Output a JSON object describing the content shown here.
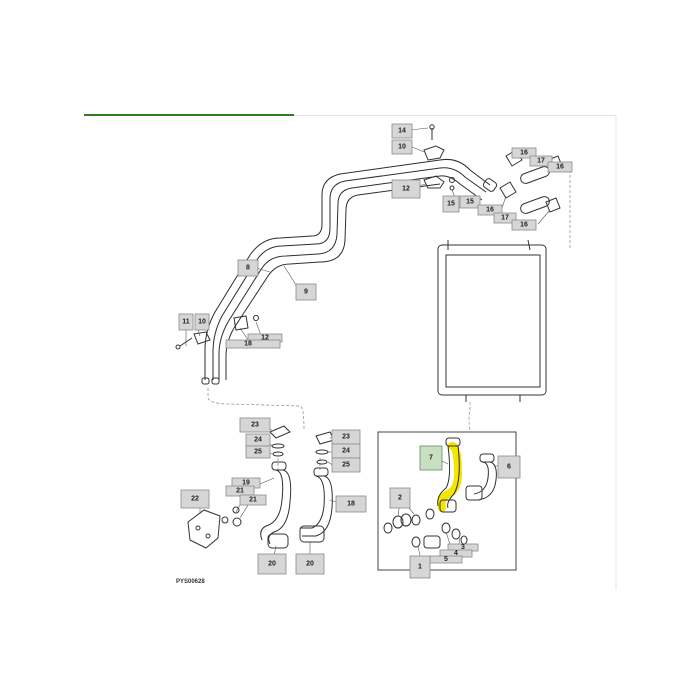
{
  "figure_code": "PYS00628",
  "callouts": [
    {
      "id": "c14",
      "label": "14"
    },
    {
      "id": "c10",
      "label": "10"
    },
    {
      "id": "c12a",
      "label": "12"
    },
    {
      "id": "c15a",
      "label": "15"
    },
    {
      "id": "c15b",
      "label": "15"
    },
    {
      "id": "c16a",
      "label": "16"
    },
    {
      "id": "c17a",
      "label": "17"
    },
    {
      "id": "c16b",
      "label": "16"
    },
    {
      "id": "c16c",
      "label": "16"
    },
    {
      "id": "c17b",
      "label": "17"
    },
    {
      "id": "c16d",
      "label": "16"
    },
    {
      "id": "c8",
      "label": "8"
    },
    {
      "id": "c9",
      "label": "9"
    },
    {
      "id": "c11",
      "label": "11"
    },
    {
      "id": "c10b",
      "label": "10"
    },
    {
      "id": "c12b",
      "label": "12"
    },
    {
      "id": "c18a",
      "label": "18"
    },
    {
      "id": "c23a",
      "label": "23"
    },
    {
      "id": "c24a",
      "label": "24"
    },
    {
      "id": "c25a",
      "label": "25"
    },
    {
      "id": "c23b",
      "label": "23"
    },
    {
      "id": "c24b",
      "label": "24"
    },
    {
      "id": "c25b",
      "label": "25"
    },
    {
      "id": "c19",
      "label": "19"
    },
    {
      "id": "c21a",
      "label": "21"
    },
    {
      "id": "c21b",
      "label": "21"
    },
    {
      "id": "c22",
      "label": "22"
    },
    {
      "id": "c18b",
      "label": "18"
    },
    {
      "id": "c20a",
      "label": "20"
    },
    {
      "id": "c20b",
      "label": "20"
    },
    {
      "id": "c7",
      "label": "7"
    },
    {
      "id": "c6",
      "label": "6"
    },
    {
      "id": "c2",
      "label": "2"
    },
    {
      "id": "c3",
      "label": "3"
    },
    {
      "id": "c4",
      "label": "4"
    },
    {
      "id": "c5",
      "label": "5"
    },
    {
      "id": "c1",
      "label": "1"
    }
  ],
  "colors": {
    "accent_rule": "#2e7d1f",
    "highlight_part": "#f2e600",
    "highlight_callout": "#c9dfc2"
  }
}
